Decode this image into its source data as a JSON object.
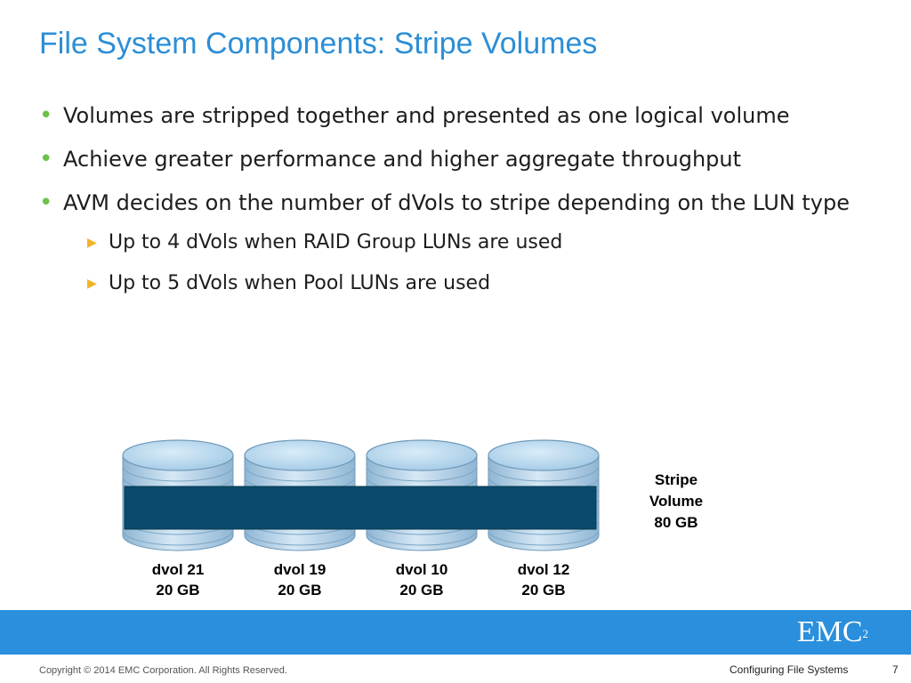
{
  "slide": {
    "title": "File System Components: Stripe Volumes",
    "bullets": [
      "Volumes are stripped together and presented as one logical volume",
      "Achieve greater performance and higher aggregate throughput",
      "AVM decides on the number of dVols to stripe depending on the LUN type"
    ],
    "subbullets": [
      "Up to 4 dVols when RAID Group LUNs are used",
      "Up to 5 dVols when Pool LUNs are used"
    ]
  },
  "diagram": {
    "disks": [
      {
        "name": "dvol 21",
        "size": "20 GB"
      },
      {
        "name": "dvol 19",
        "size": "20 GB"
      },
      {
        "name": "dvol 10",
        "size": "20 GB"
      },
      {
        "name": "dvol 12",
        "size": "20 GB"
      }
    ],
    "stripe": {
      "line1": "Stripe",
      "line2": "Volume",
      "line3": "80 GB"
    },
    "colors": {
      "stripe_band": "#0a4a6b",
      "disk_top": "#b9d8ee",
      "disk_side": "#c8dff0"
    }
  },
  "footer": {
    "logo": "EMC",
    "logo_sup": "2",
    "copyright": "Copyright © 2014 EMC Corporation. All Rights Reserved.",
    "title": "Configuring File Systems",
    "page": "7"
  },
  "colors": {
    "title": "#2c8ed6",
    "bullet": "#6cc24a",
    "arrow": "#f0b428",
    "footer_band": "#2a8fdc"
  }
}
